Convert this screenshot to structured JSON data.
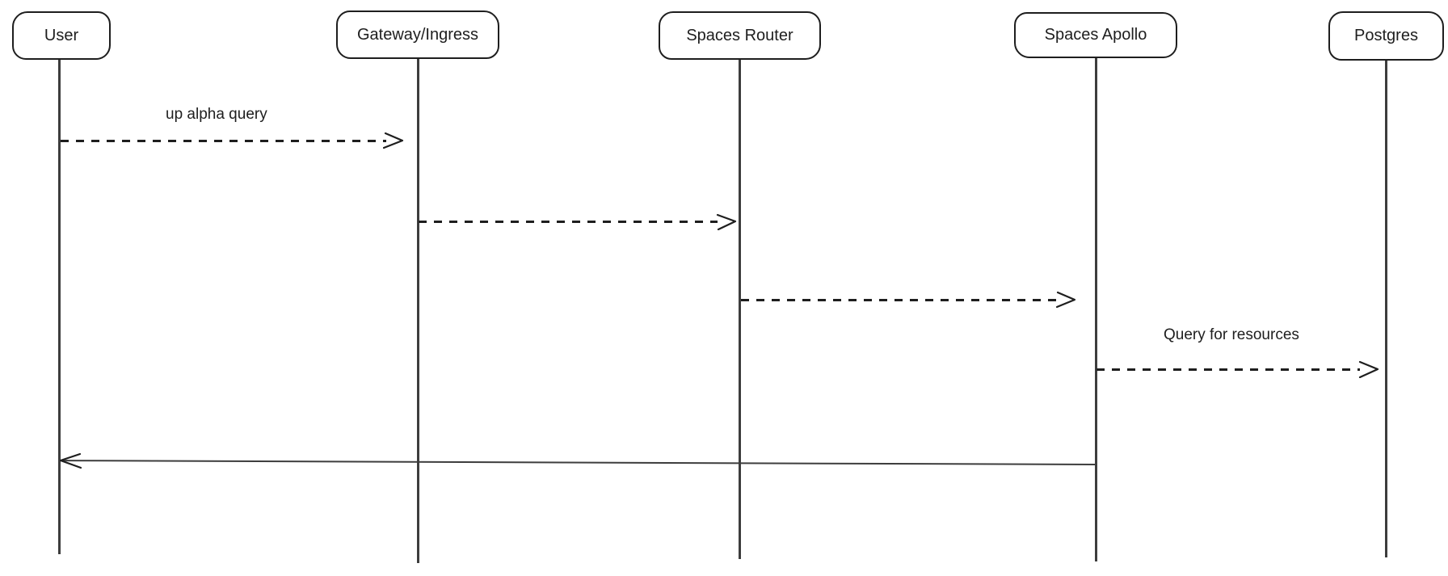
{
  "diagram": {
    "type": "sequence",
    "colors": {
      "stroke": "#1e1e1e",
      "lifeline": "#3d3d3d",
      "background": "#ffffff",
      "text": "#1e1e1e"
    },
    "participants": [
      {
        "id": "user",
        "label": "User"
      },
      {
        "id": "gateway",
        "label": "Gateway/Ingress"
      },
      {
        "id": "spaces-router",
        "label": "Spaces Router"
      },
      {
        "id": "spaces-apollo",
        "label": "Spaces Apollo"
      },
      {
        "id": "postgres",
        "label": "Postgres"
      }
    ],
    "messages": [
      {
        "from": "User",
        "to": "Gateway/Ingress",
        "label": "up alpha query",
        "line": "dashed",
        "arrowhead": "open-right"
      },
      {
        "from": "Gateway/Ingress",
        "to": "Spaces Router",
        "label": "",
        "line": "dashed",
        "arrowhead": "open-right"
      },
      {
        "from": "Spaces Router",
        "to": "Spaces Apollo",
        "label": "",
        "line": "dashed",
        "arrowhead": "open-right"
      },
      {
        "from": "Spaces Apollo",
        "to": "Postgres",
        "label": "Query for resources",
        "line": "dashed",
        "arrowhead": "open-right"
      },
      {
        "from": "Spaces Apollo",
        "to": "User",
        "label": "",
        "line": "solid",
        "arrowhead": "open-left"
      }
    ]
  }
}
